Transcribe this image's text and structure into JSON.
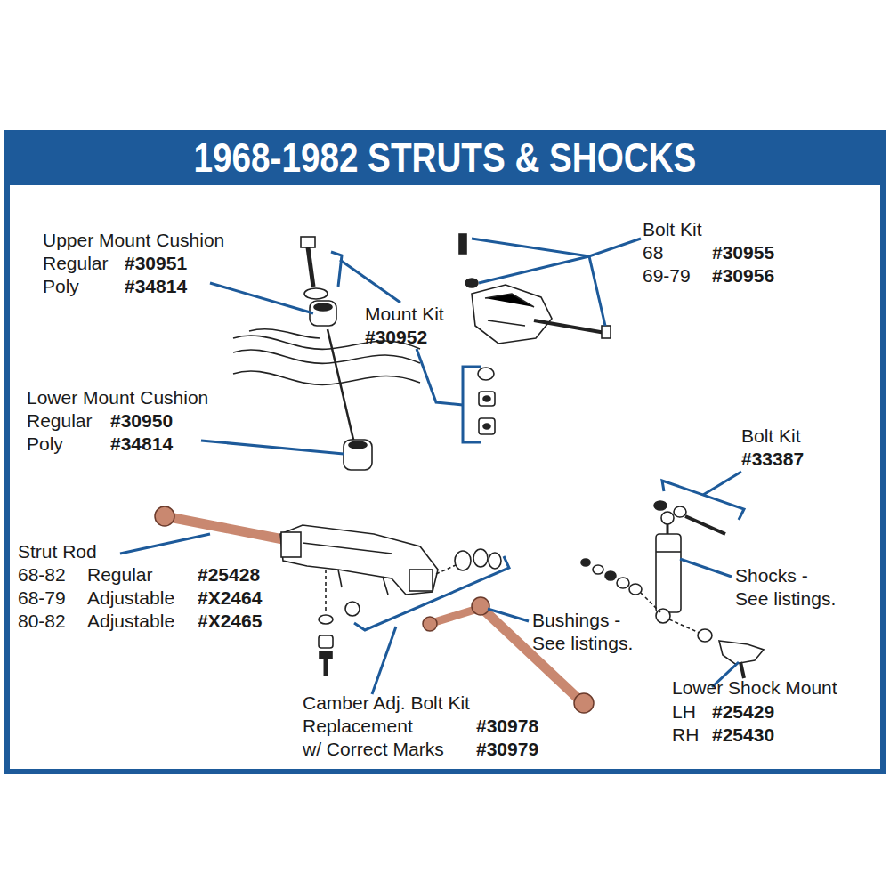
{
  "diagram": {
    "title": "1968-1982 STRUTS & SHOCKS",
    "labels": [
      "Upper Mount Cushion",
      "Regular",
      "#30951",
      "Poly",
      "#34814",
      "Mount Kit",
      "#30952",
      "Bolt Kit",
      "68",
      "#30955",
      "69-79",
      "#30956",
      "Lower Mount Cushion",
      "Regular",
      "#30950",
      "Poly",
      "#34814",
      "Bolt Kit",
      "#33387",
      "Strut Rod",
      "68-82",
      "Regular",
      "#25428",
      "68-79",
      "Adjustable",
      "#X2464",
      "80-82",
      "Adjustable",
      "#X2465",
      "Bushings -",
      "See listings.",
      "Shocks -",
      "See listings.",
      "Camber Adj. Bolt Kit",
      "Replacement",
      "#30978",
      "w/ Correct Marks",
      "#30979",
      "Lower Shock Mount",
      "LH",
      "#25429",
      "RH",
      "#25430"
    ]
  }
}
